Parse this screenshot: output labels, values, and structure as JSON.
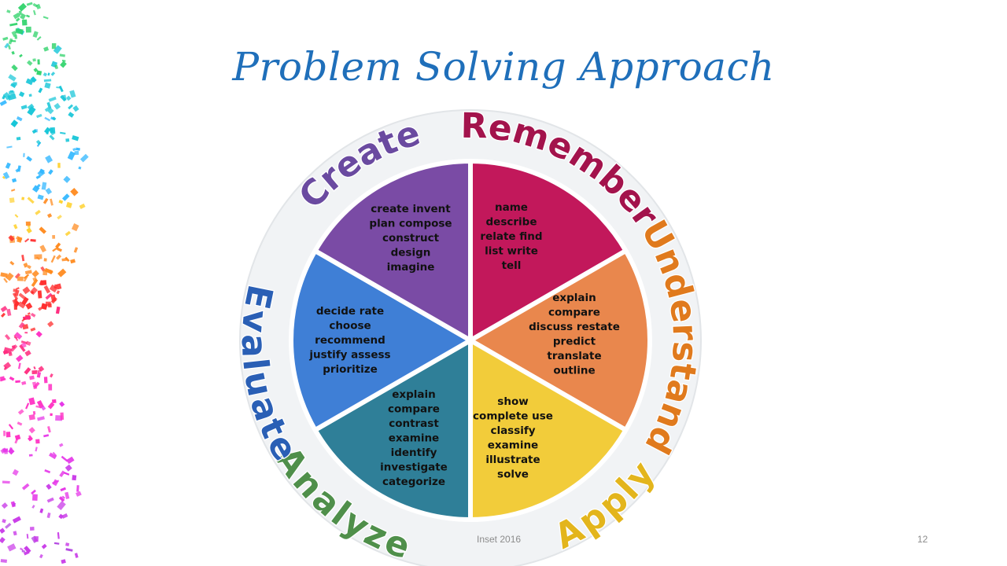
{
  "slide": {
    "title": "Problem Solving Approach",
    "footer_text": "Inset 2016",
    "page_number": "12"
  },
  "wheel": {
    "segments": [
      {
        "key": "remember",
        "label": "Remember",
        "color": "#c2185b",
        "label_color": "#a3134c",
        "verbs": [
          "name",
          "describe",
          "relate  find",
          "list  write",
          "tell"
        ]
      },
      {
        "key": "understand",
        "label": "Understand",
        "color": "#e9874d",
        "label_color": "#e07a1d",
        "verbs": [
          "explain",
          "compare",
          "discuss restate",
          "predict",
          "translate",
          "outline"
        ]
      },
      {
        "key": "apply",
        "label": "Apply",
        "color": "#f2cc3a",
        "label_color": "#e3b51c",
        "verbs": [
          "show",
          "complete  use",
          "classify",
          "examine",
          "illustrate",
          "solve"
        ]
      },
      {
        "key": "analyze",
        "label": "Analyze",
        "color": "#2f7f98",
        "label_color": "#4f8f4a",
        "verbs": [
          "explain",
          "compare",
          "contrast",
          "examine",
          "identify",
          "investigate",
          "categorize"
        ]
      },
      {
        "key": "evaluate",
        "label": "Evaluate",
        "color": "#3f7fd6",
        "label_color": "#2a5fb5",
        "verbs": [
          "decide  rate",
          "choose",
          "recommend",
          "justify  assess",
          "prioritize"
        ]
      },
      {
        "key": "create",
        "label": "Create",
        "color": "#7a4ba5",
        "label_color": "#6a4aa0",
        "verbs": [
          "create  invent",
          "plan  compose",
          "construct",
          "design",
          "imagine"
        ]
      }
    ]
  }
}
